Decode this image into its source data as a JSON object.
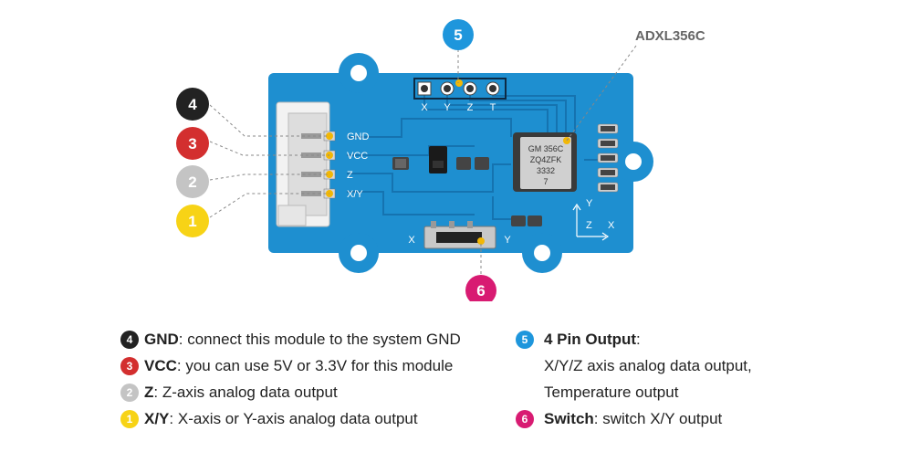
{
  "chip_label": "ADXL356C",
  "badges": {
    "gnd": {
      "num": "4",
      "color": "#222222"
    },
    "vcc": {
      "num": "3",
      "color": "#d32f2f"
    },
    "z": {
      "num": "2",
      "color": "#c4c4c4"
    },
    "xy": {
      "num": "1",
      "color": "#f7d316"
    },
    "output": {
      "num": "5",
      "color": "#1e96dc"
    },
    "switch": {
      "num": "6",
      "color": "#d81b72"
    }
  },
  "silkscreen": {
    "header_pins": [
      "X",
      "Y",
      "Z",
      "T"
    ],
    "connector_pins": [
      "GND",
      "VCC",
      "Z",
      "X/Y"
    ],
    "switch_left": "X",
    "switch_right": "Y",
    "axis_y": "Y",
    "axis_z": "Z",
    "axis_x": "X",
    "chip_marking": [
      "GM 356C",
      "ZQ4ZFK",
      "3332",
      "7"
    ]
  },
  "legend": {
    "gnd": {
      "term": "GND",
      "desc": ": connect this module to the system GND"
    },
    "vcc": {
      "term": "VCC",
      "desc": ": you can use 5V or 3.3V for this module"
    },
    "z": {
      "term": "Z",
      "desc": ": Z-axis analog data output"
    },
    "xy": {
      "term": "X/Y",
      "desc": ": X-axis or Y-axis analog data output"
    },
    "output": {
      "term": "4 Pin Output",
      "desc": ":",
      "line2": "X/Y/Z axis analog data output,",
      "line3": "Temperature output"
    },
    "switch": {
      "term": "Switch",
      "desc": ": switch X/Y output"
    }
  },
  "colors": {
    "board": "#1e8fd0",
    "board_dark": "#1479b5",
    "leader": "#888888"
  }
}
